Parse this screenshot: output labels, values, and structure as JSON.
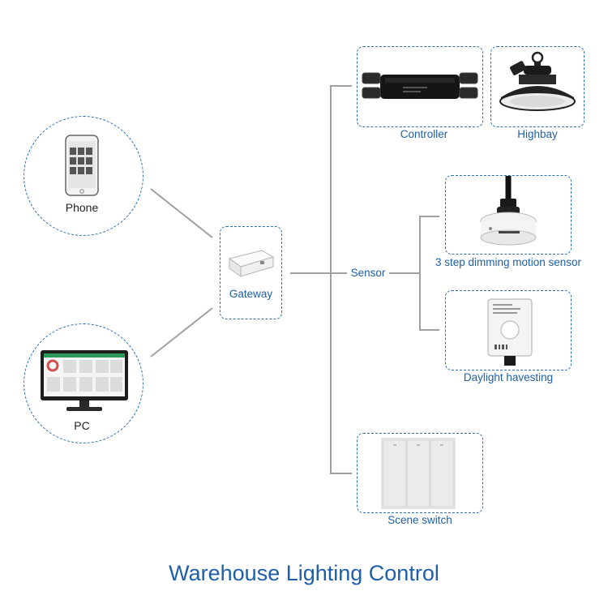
{
  "title": "Warehouse Lighting Control",
  "nodes": {
    "phone": {
      "label": "Phone"
    },
    "pc": {
      "label": "PC"
    },
    "gateway": {
      "label": "Gateway"
    },
    "sensor": {
      "label": "Sensor"
    },
    "controller": {
      "label": "Controller"
    },
    "highbay": {
      "label": "Highbay"
    },
    "motion_sensor": {
      "label": "3 step dimming motion sensor"
    },
    "daylight": {
      "label": "Daylight havesting"
    },
    "scene_switch": {
      "label": "Scene switch"
    }
  },
  "colors": {
    "accent": "#1f5fa8",
    "dashed_border": "#2a6fb5",
    "connector": "#9a9a9a"
  }
}
